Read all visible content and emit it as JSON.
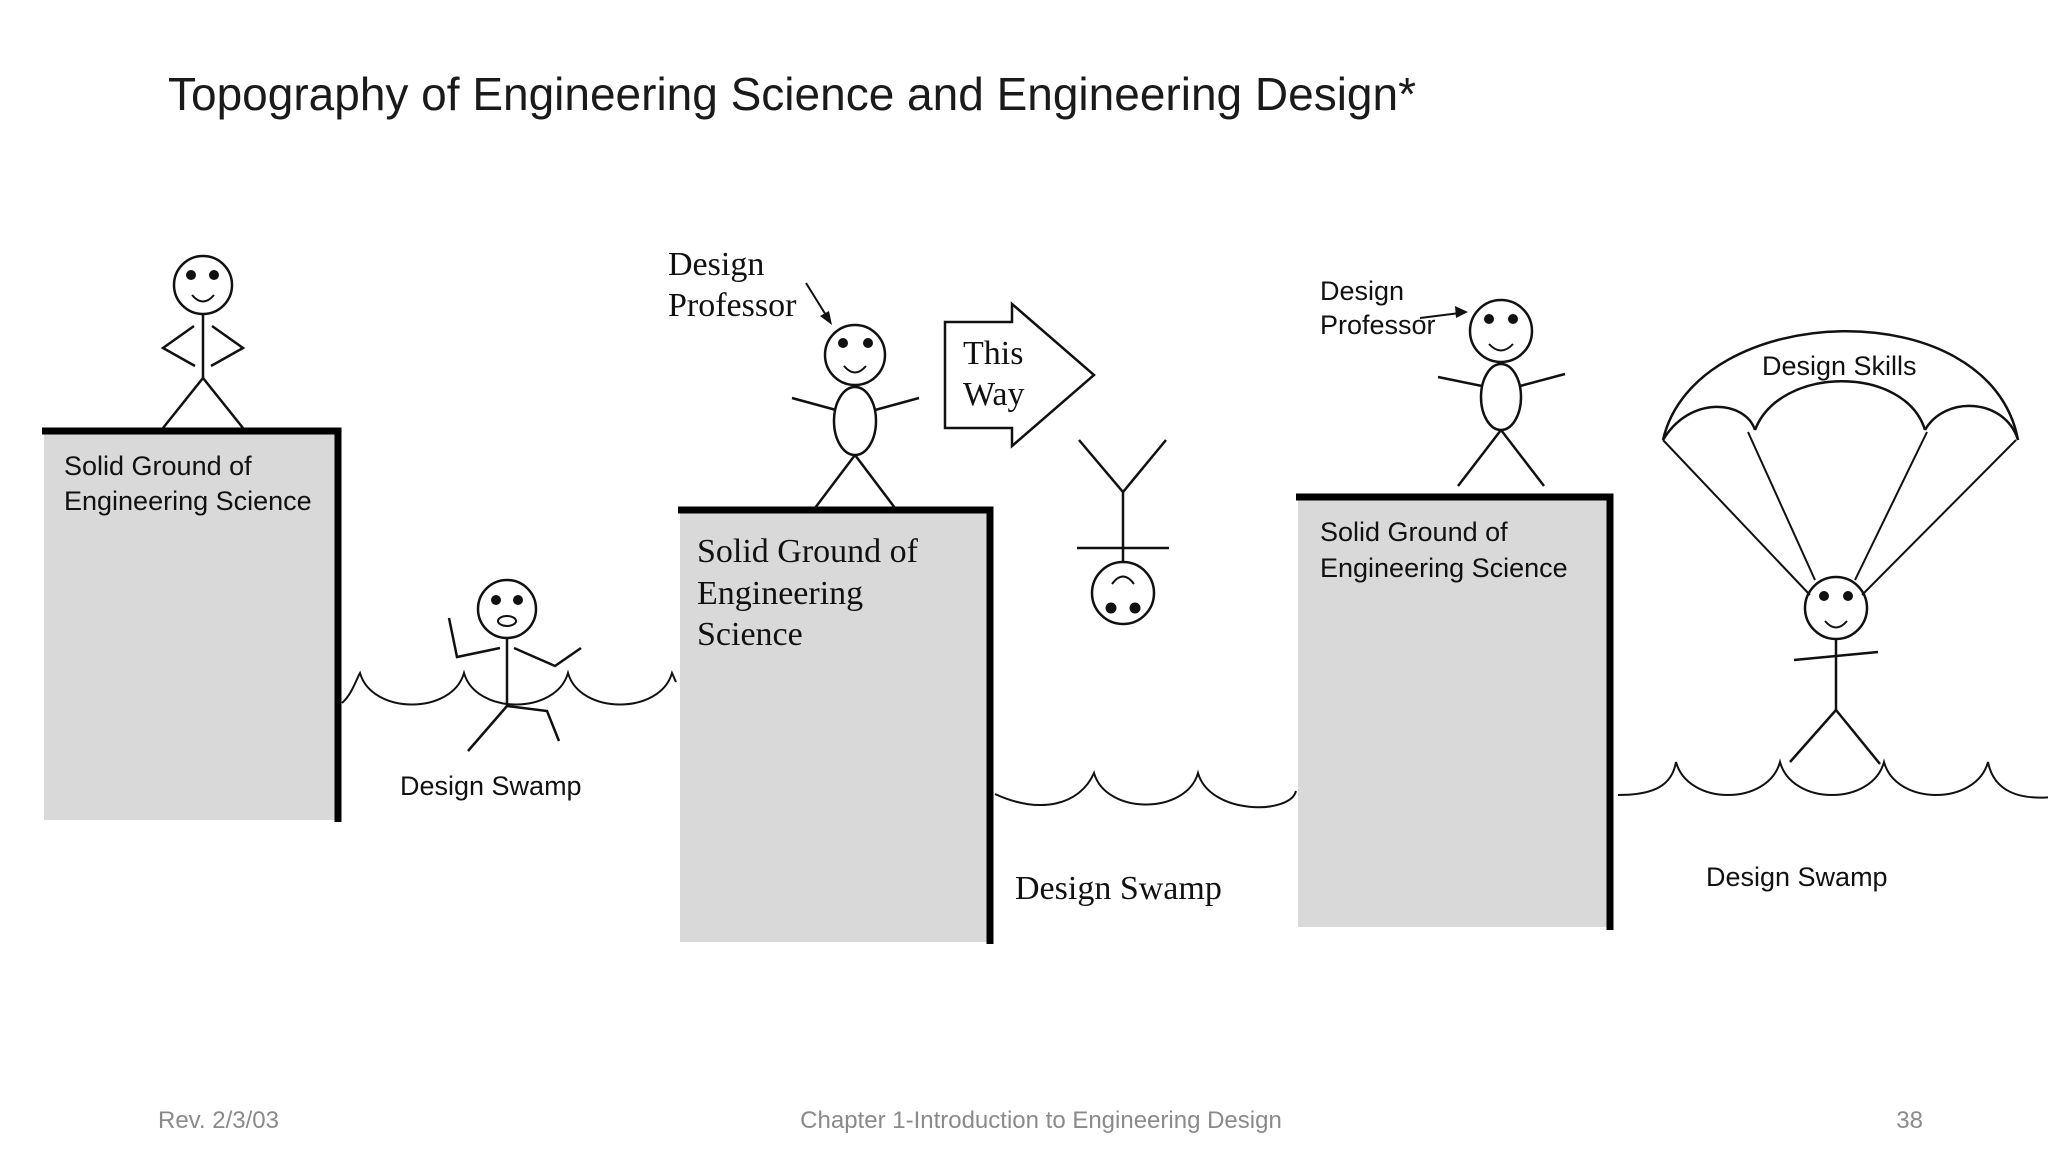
{
  "title": "Topography of Engineering Science and Engineering Design*",
  "labels": {
    "solid_ground_1": [
      "Solid Ground of",
      "Engineering Science"
    ],
    "solid_ground_2": [
      "Solid Ground of",
      "Engineering",
      "Science"
    ],
    "solid_ground_3": [
      "Solid Ground of",
      "Engineering Science"
    ],
    "swamp_1": "Design Swamp",
    "swamp_2": "Design Swamp",
    "swamp_3": "Design Swamp",
    "professor_1": [
      "Design",
      "Professor"
    ],
    "professor_2": [
      "Design",
      "Professor"
    ],
    "arrow_sign": [
      "This",
      "Way"
    ],
    "parachute": "Design Skills"
  },
  "footer": {
    "left": "Rev. 2/3/03",
    "center": "Chapter 1-Introduction to Engineering Design",
    "right": "38"
  },
  "colors": {
    "ground_fill": "#d9d9d9",
    "ink": "#111111",
    "footer_text": "#8a8a8a"
  }
}
